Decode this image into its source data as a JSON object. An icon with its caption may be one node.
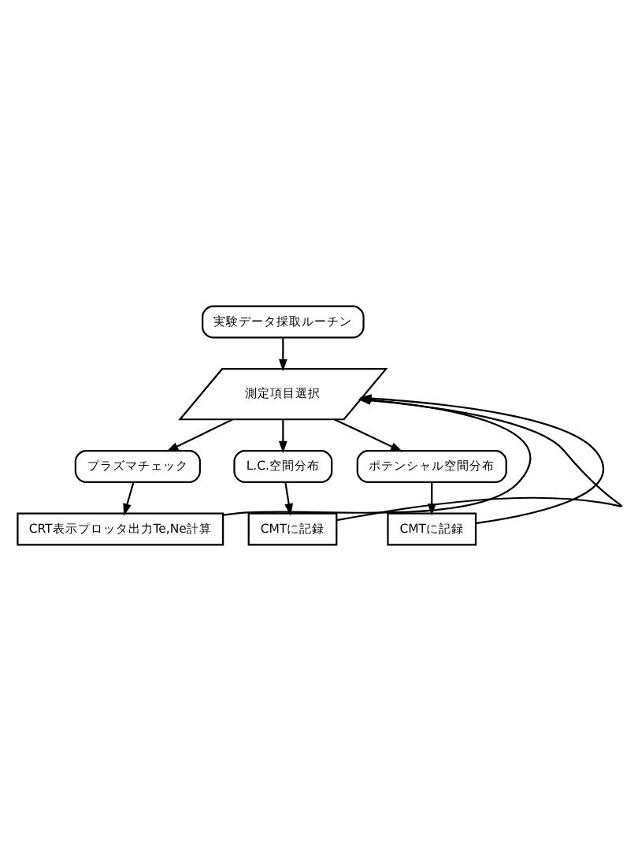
{
  "diagram": {
    "nodes": [
      {
        "text": [
          "実験データ採取ルーチン"
        ]
      },
      {
        "text": [
          "測定項目選択"
        ]
      },
      {
        "text": [
          "プラズマチェック"
        ]
      },
      {
        "text": [
          "L.C.空間分布"
        ]
      },
      {
        "text": [
          "ポテンシャル空間分布"
        ]
      },
      {
        "text": [
          "CRT表示プロッタ出力Te,Ne計算"
        ]
      },
      {
        "text": [
          "CMTに記録"
        ]
      },
      {
        "text": [
          "CMTに記録"
        ]
      }
    ],
    "edges": [
      {
        "from": 0,
        "to": 1,
        "arrow": "to"
      },
      {
        "from": 1,
        "to": 2,
        "arrow": "to"
      },
      {
        "from": 1,
        "to": 3,
        "arrow": "to"
      },
      {
        "from": 1,
        "to": 4,
        "arrow": "to"
      },
      {
        "from": 2,
        "to": 5,
        "arrow": "to"
      },
      {
        "from": 3,
        "to": 6,
        "arrow": "to"
      },
      {
        "from": 4,
        "to": 7,
        "arrow": "to"
      },
      {
        "from": 5,
        "to": 1,
        "arrow": "to"
      },
      {
        "from": 6,
        "to": 1,
        "arrow": "to"
      },
      {
        "from": 7,
        "to": 1,
        "arrow": "to"
      }
    ]
  }
}
